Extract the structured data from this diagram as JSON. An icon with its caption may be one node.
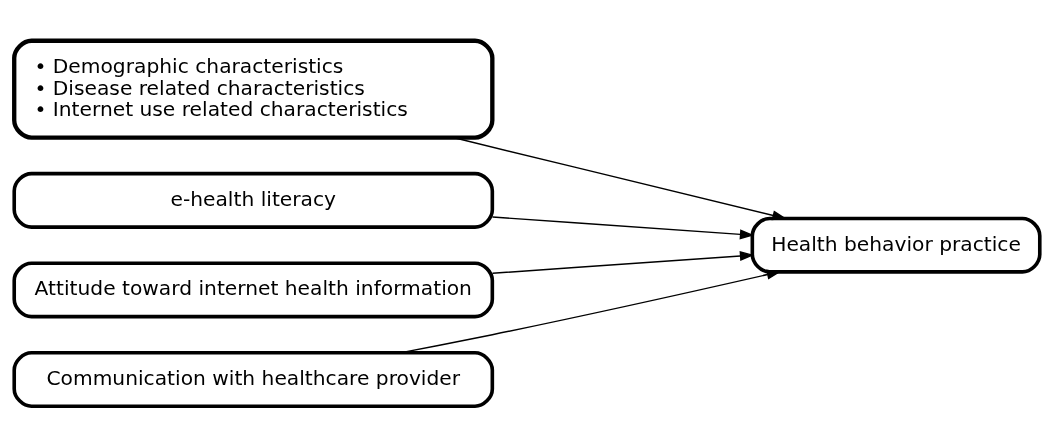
{
  "diagram": {
    "nodes": [
      {
        "text": [
          "• Demographic characteristics",
          "• Disease related characteristics",
          "• Internet use related characteristics"
        ]
      },
      {
        "text": [
          "e-health literacy"
        ]
      },
      {
        "text": [
          "Attitude toward internet health information"
        ]
      },
      {
        "text": [
          "Communication with healthcare provider"
        ]
      },
      {
        "text": [
          "Health behavior practice"
        ]
      }
    ],
    "edges": [
      {
        "from": 0,
        "to": 4,
        "arrow": "to"
      },
      {
        "from": 1,
        "to": 4,
        "arrow": "to"
      },
      {
        "from": 2,
        "to": 4,
        "arrow": "to"
      },
      {
        "from": 3,
        "to": 4,
        "arrow": "to"
      }
    ]
  }
}
